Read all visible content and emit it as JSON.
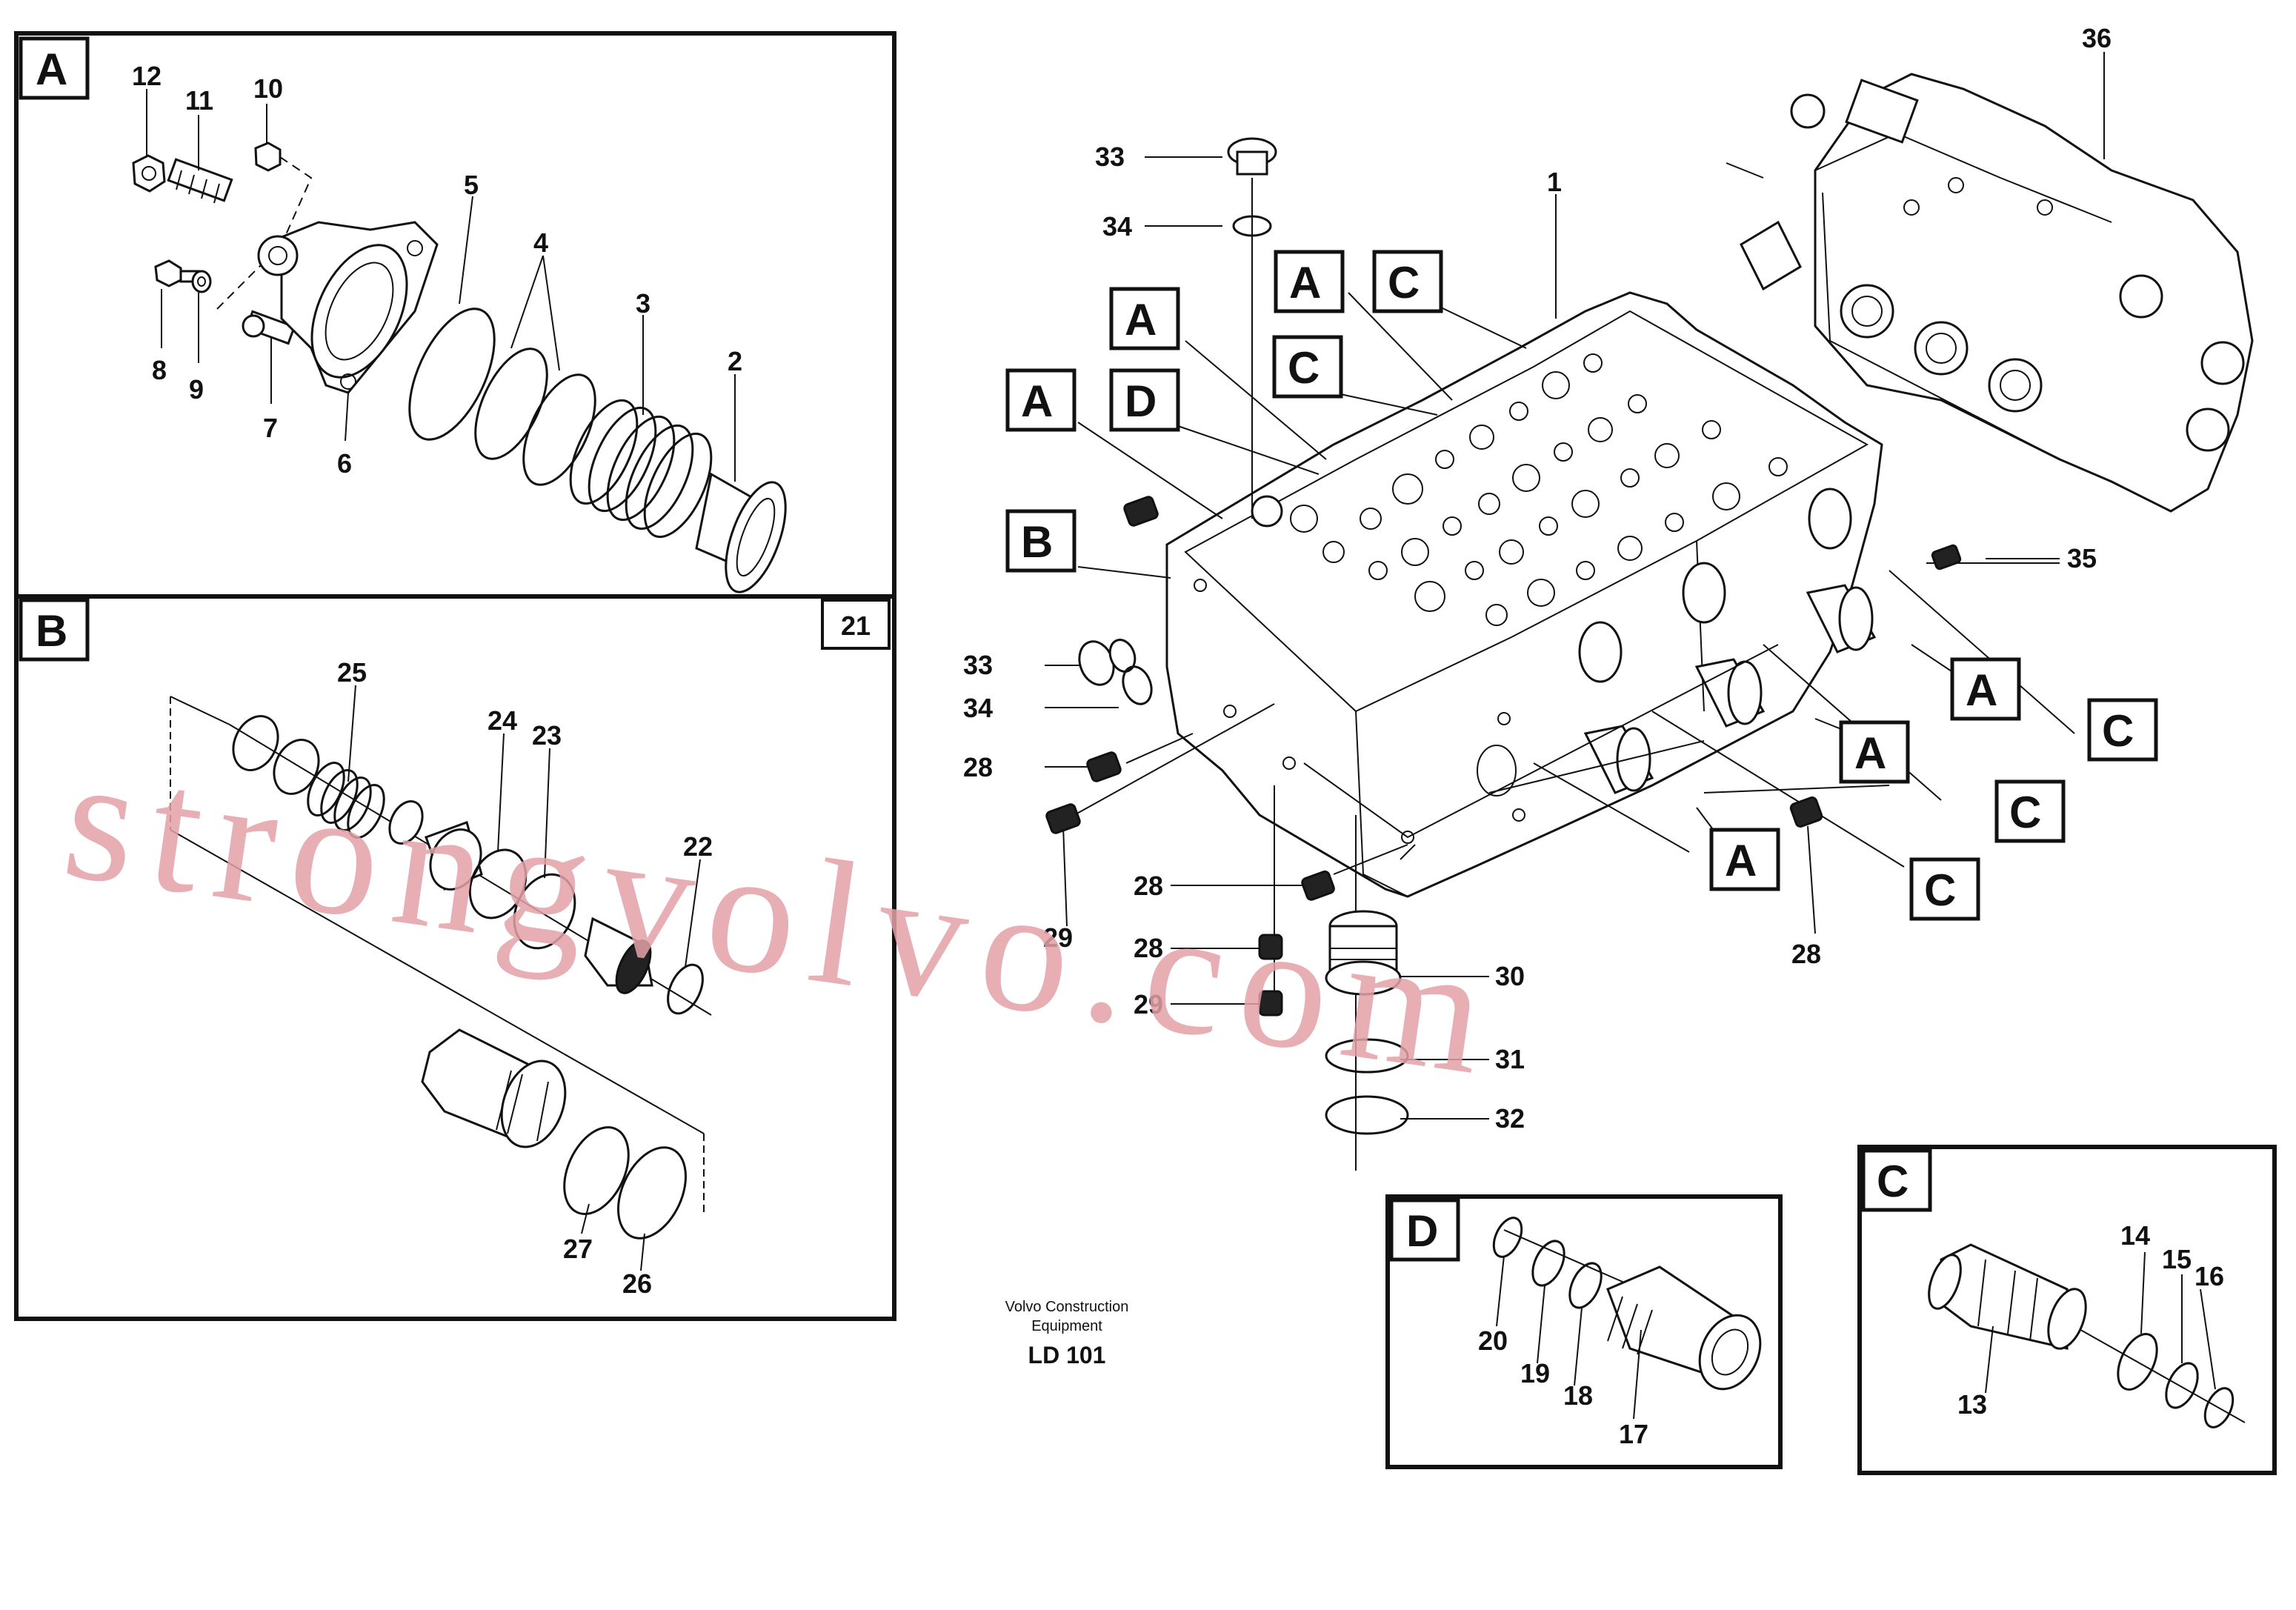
{
  "panels": {
    "A": {
      "letter": "A",
      "callouts": [
        "12",
        "11",
        "10",
        "5",
        "4",
        "3",
        "2",
        "8",
        "9",
        "7",
        "6"
      ]
    },
    "B": {
      "letter": "B",
      "page_ref": "21",
      "callouts": [
        "25",
        "24",
        "23",
        "22",
        "27",
        "26"
      ]
    },
    "D": {
      "letter": "D",
      "callouts": [
        "20",
        "19",
        "18",
        "17"
      ]
    },
    "C": {
      "letter": "C",
      "callouts": [
        "14",
        "15",
        "16",
        "13"
      ]
    }
  },
  "main": {
    "callouts": [
      "36",
      "33",
      "34",
      "1",
      "35",
      "33",
      "34",
      "28",
      "28",
      "29",
      "28",
      "29",
      "30",
      "31",
      "32",
      "28"
    ],
    "view_letters": [
      "A",
      "C",
      "A",
      "C",
      "A",
      "D",
      "B",
      "A",
      "A",
      "A",
      "C",
      "C",
      "C",
      "C"
    ]
  },
  "watermark": "strongvolvo.com",
  "footer": {
    "line1": "Volvo Construction",
    "line2": "Equipment",
    "code": "LD 101"
  }
}
